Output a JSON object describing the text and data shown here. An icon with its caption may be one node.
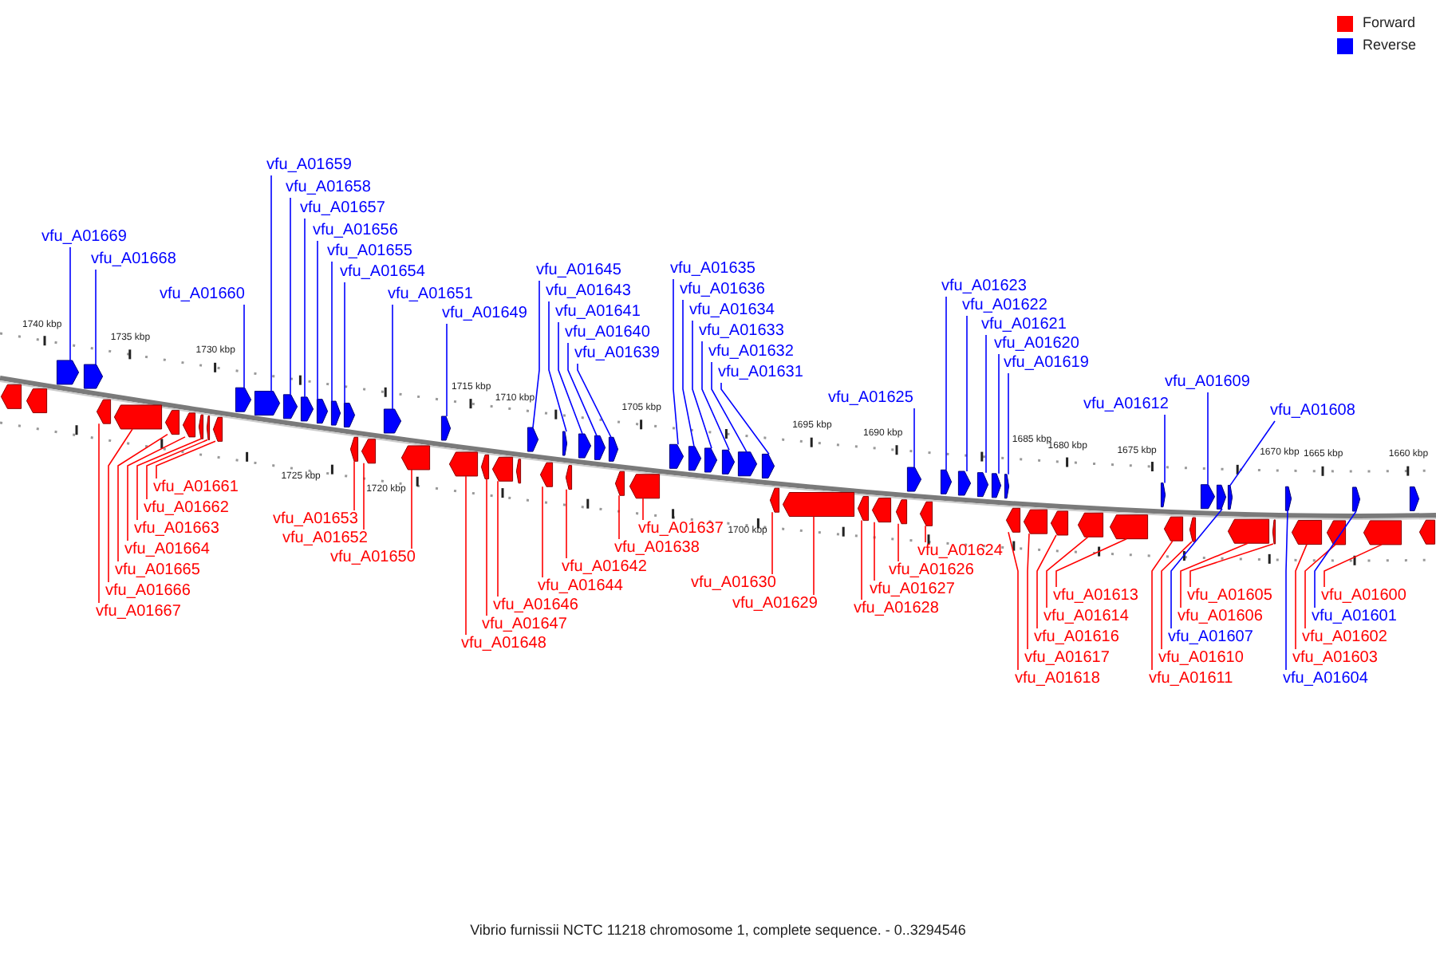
{
  "diagram": {
    "caption": "Vibrio furnissii NCTC 11218 chromosome 1, complete sequence. - 0..3294546",
    "nodes": [
      {
        "text": [
          "vfu_A01669"
        ]
      },
      {
        "text": [
          "vfu_A01668"
        ]
      },
      {
        "text": [
          "vfu_A01660"
        ]
      },
      {
        "text": [
          "vfu_A01659"
        ]
      },
      {
        "text": [
          "vfu_A01658"
        ]
      },
      {
        "text": [
          "vfu_A01657"
        ]
      },
      {
        "text": [
          "vfu_A01656"
        ]
      },
      {
        "text": [
          "vfu_A01655"
        ]
      },
      {
        "text": [
          "vfu_A01654"
        ]
      },
      {
        "text": [
          "vfu_A01651"
        ]
      },
      {
        "text": [
          "vfu_A01649"
        ]
      },
      {
        "text": [
          "vfu_A01645"
        ]
      },
      {
        "text": [
          "vfu_A01643"
        ]
      },
      {
        "text": [
          "vfu_A01641"
        ]
      },
      {
        "text": [
          "vfu_A01640"
        ]
      },
      {
        "text": [
          "vfu_A01639"
        ]
      },
      {
        "text": [
          "vfu_A01636"
        ]
      },
      {
        "text": [
          "vfu_A01634"
        ]
      },
      {
        "text": [
          "vfu_A01633"
        ]
      },
      {
        "text": [
          "vfu_A01632"
        ]
      },
      {
        "text": [
          "vfu_A01635"
        ]
      },
      {
        "text": [
          "vfu_A01631"
        ]
      },
      {
        "text": [
          "vfu_A01625"
        ]
      },
      {
        "text": [
          "vfu_A01623"
        ]
      },
      {
        "text": [
          "vfu_A01622"
        ]
      },
      {
        "text": [
          "vfu_A01621"
        ]
      },
      {
        "text": [
          "vfu_A01620"
        ]
      },
      {
        "text": [
          "vfu_A01619"
        ]
      },
      {
        "text": [
          "vfu_A01612"
        ]
      },
      {
        "text": [
          "vfu_A01609"
        ]
      },
      {
        "text": [
          "vfu_A01608"
        ]
      },
      {
        "text": [
          "vfu_A01666"
        ]
      },
      {
        "text": [
          "vfu_A01667"
        ]
      },
      {
        "text": [
          "vfu_A01661"
        ]
      },
      {
        "text": [
          "vfu_A01662"
        ]
      },
      {
        "text": [
          "vfu_A01663"
        ]
      },
      {
        "text": [
          "vfu_A01664"
        ]
      },
      {
        "text": [
          "vfu_A01665"
        ]
      },
      {
        "text": [
          "vfu_A01653"
        ]
      },
      {
        "text": [
          "vfu_A01652"
        ]
      },
      {
        "text": [
          "vfu_A01650"
        ]
      },
      {
        "text": [
          "vfu_A01648"
        ]
      },
      {
        "text": [
          "vfu_A01646"
        ]
      },
      {
        "text": [
          "vfu_A01647"
        ]
      },
      {
        "text": [
          "vfu_A01644"
        ]
      },
      {
        "text": [
          "vfu_A01642"
        ]
      },
      {
        "text": [
          "vfu_A01637"
        ]
      },
      {
        "text": [
          "vfu_A01638"
        ]
      },
      {
        "text": [
          "vfu_A01630"
        ]
      },
      {
        "text": [
          "vfu_A01629"
        ]
      },
      {
        "text": [
          "vfu_A01624"
        ]
      },
      {
        "text": [
          "vfu_A01626"
        ]
      },
      {
        "text": [
          "vfu_A01627"
        ]
      },
      {
        "text": [
          "vfu_A01628"
        ]
      },
      {
        "text": [
          "vfu_A01618"
        ]
      },
      {
        "text": [
          "vfu_A01616"
        ]
      },
      {
        "text": [
          "vfu_A01617"
        ]
      },
      {
        "text": [
          "vfu_A01614"
        ]
      },
      {
        "text": [
          "vfu_A01613"
        ]
      },
      {
        "text": [
          "vfu_A01611"
        ]
      },
      {
        "text": [
          "vfu_A01610"
        ]
      },
      {
        "text": [
          "vfu_A01607"
        ]
      },
      {
        "text": [
          "vfu_A01606"
        ]
      },
      {
        "text": [
          "vfu_A01605"
        ]
      },
      {
        "text": [
          "vfu_A01604"
        ]
      },
      {
        "text": [
          "vfu_A01603"
        ]
      },
      {
        "text": [
          "vfu_A01602"
        ]
      },
      {
        "text": [
          "vfu_A01601"
        ]
      },
      {
        "text": [
          "vfu_A01600"
        ]
      },
      {
        "text": [],
        "shape": "arrow"
      },
      {
        "text": [],
        "shape": "arrow"
      },
      {
        "text": [],
        "shape": "arrow"
      },
      {
        "text": [],
        "shape": "arrow"
      },
      {
        "text": [],
        "shape": "arrow"
      },
      {
        "text": [],
        "shape": "arrow"
      },
      {
        "text": [],
        "shape": "arrow"
      },
      {
        "text": [],
        "shape": "arrow"
      },
      {
        "text": [],
        "shape": "arrow"
      },
      {
        "text": [],
        "shape": "arrow"
      },
      {
        "text": [],
        "shape": "arrow"
      },
      {
        "text": [],
        "shape": "arrow"
      },
      {
        "text": [],
        "shape": "arrow"
      },
      {
        "text": [],
        "shape": "arrow"
      },
      {
        "text": [],
        "shape": "arrow"
      },
      {
        "text": [],
        "shape": "arrow"
      },
      {
        "text": [],
        "shape": "arrow"
      },
      {
        "text": [],
        "shape": "arrow"
      },
      {
        "text": [],
        "shape": "arrow"
      },
      {
        "text": [],
        "shape": "arrow"
      },
      {
        "text": [],
        "shape": "arrow"
      },
      {
        "text": [],
        "shape": "arrow"
      },
      {
        "text": [],
        "shape": "arrow"
      },
      {
        "text": [],
        "shape": "arrow"
      },
      {
        "text": [],
        "shape": "arrow"
      },
      {
        "text": [],
        "shape": "arrow"
      },
      {
        "text": [],
        "shape": "arrow"
      },
      {
        "text": [],
        "shape": "arrow"
      },
      {
        "text": [],
        "shape": "arrow"
      },
      {
        "text": [],
        "shape": "arrow"
      },
      {
        "text": [],
        "shape": "arrow"
      },
      {
        "text": [],
        "shape": "arrow"
      },
      {
        "text": [],
        "shape": "arrow"
      },
      {
        "text": [],
        "shape": "arrow"
      },
      {
        "text": [],
        "shape": "arrow"
      },
      {
        "text": [],
        "shape": "arrow"
      },
      {
        "text": [],
        "shape": "arrow"
      },
      {
        "text": [],
        "shape": "arrow"
      },
      {
        "text": [],
        "shape": "arrow"
      },
      {
        "text": [],
        "shape": "arrow"
      },
      {
        "text": [],
        "shape": "arrow"
      },
      {
        "text": [],
        "shape": "arrow"
      },
      {
        "text": [],
        "shape": "arrow"
      },
      {
        "text": [],
        "shape": "arrow"
      },
      {
        "text": [],
        "shape": "arrow"
      },
      {
        "text": [],
        "shape": "arrow"
      },
      {
        "text": [],
        "shape": "arrow"
      },
      {
        "text": [],
        "shape": "arrow"
      },
      {
        "text": [],
        "shape": "arrow"
      },
      {
        "text": [],
        "shape": "arrow"
      },
      {
        "text": [],
        "shape": "arrow"
      },
      {
        "text": [],
        "shape": "arrow"
      },
      {
        "text": [],
        "shape": "arrow"
      },
      {
        "text": [],
        "shape": "arrow"
      },
      {
        "text": [],
        "shape": "arrow"
      },
      {
        "text": [],
        "shape": "arrow"
      },
      {
        "text": [],
        "shape": "arrow"
      },
      {
        "text": [],
        "shape": "arrow"
      },
      {
        "text": [],
        "shape": "arrow"
      },
      {
        "text": [],
        "shape": "arrow"
      },
      {
        "text": [],
        "shape": "arrow"
      },
      {
        "text": [],
        "shape": "arrow"
      },
      {
        "text": [],
        "shape": "arrow"
      },
      {
        "text": [],
        "shape": "arrow"
      },
      {
        "text": [],
        "shape": "arrow"
      },
      {
        "text": [],
        "shape": "arrow"
      },
      {
        "text": [],
        "shape": "arrow"
      },
      {
        "text": [],
        "shape": "arrow"
      },
      {
        "text": [],
        "shape": "arrow"
      },
      {
        "text": [],
        "shape": "arrow"
      },
      {
        "text": [],
        "shape": "arrow"
      },
      {
        "text": [],
        "shape": "arrow"
      },
      {
        "text": [],
        "shape": "arrow"
      },
      {
        "text": [],
        "shape": "arrow"
      }
    ],
    "edges": [
      {
        "from": 0,
        "to": 69,
        "arrow": "none",
        "color": "#0000ff"
      },
      {
        "from": 1,
        "to": 70,
        "arrow": "none",
        "color": "#0000ff"
      },
      {
        "from": 2,
        "to": 78,
        "arrow": "none",
        "color": "#0000ff"
      },
      {
        "from": 3,
        "to": 79,
        "arrow": "none",
        "color": "#0000ff"
      },
      {
        "from": 4,
        "to": 80,
        "arrow": "none",
        "color": "#0000ff"
      },
      {
        "from": 5,
        "to": 81,
        "arrow": "none",
        "color": "#0000ff"
      },
      {
        "from": 6,
        "to": 82,
        "arrow": "none",
        "color": "#0000ff"
      },
      {
        "from": 7,
        "to": 83,
        "arrow": "none",
        "color": "#0000ff"
      },
      {
        "from": 8,
        "to": 84,
        "arrow": "none",
        "color": "#0000ff"
      },
      {
        "from": 9,
        "to": 87,
        "arrow": "none",
        "color": "#0000ff"
      },
      {
        "from": 10,
        "to": 89,
        "arrow": "none",
        "color": "#0000ff"
      },
      {
        "from": 11,
        "to": 93,
        "arrow": "none",
        "color": "#0000ff"
      },
      {
        "from": 12,
        "to": 95,
        "arrow": "none",
        "color": "#0000ff"
      },
      {
        "from": 13,
        "to": 97,
        "arrow": "none",
        "color": "#0000ff"
      },
      {
        "from": 14,
        "to": 98,
        "arrow": "none",
        "color": "#0000ff"
      },
      {
        "from": 15,
        "to": 99,
        "arrow": "none",
        "color": "#0000ff"
      },
      {
        "from": 16,
        "to": 103,
        "arrow": "none",
        "color": "#0000ff"
      },
      {
        "from": 17,
        "to": 104,
        "arrow": "none",
        "color": "#0000ff"
      },
      {
        "from": 18,
        "to": 105,
        "arrow": "none",
        "color": "#0000ff"
      },
      {
        "from": 19,
        "to": 106,
        "arrow": "none",
        "color": "#0000ff"
      },
      {
        "from": 20,
        "to": 102,
        "arrow": "none",
        "color": "#0000ff"
      },
      {
        "from": 21,
        "to": 107,
        "arrow": "none",
        "color": "#0000ff"
      },
      {
        "from": 22,
        "to": 113,
        "arrow": "none",
        "color": "#0000ff"
      },
      {
        "from": 23,
        "to": 115,
        "arrow": "none",
        "color": "#0000ff"
      },
      {
        "from": 24,
        "to": 116,
        "arrow": "none",
        "color": "#0000ff"
      },
      {
        "from": 25,
        "to": 117,
        "arrow": "none",
        "color": "#0000ff"
      },
      {
        "from": 26,
        "to": 118,
        "arrow": "none",
        "color": "#0000ff"
      },
      {
        "from": 27,
        "to": 119,
        "arrow": "none",
        "color": "#0000ff"
      },
      {
        "from": 28,
        "to": 125,
        "arrow": "none",
        "color": "#0000ff"
      },
      {
        "from": 29,
        "to": 128,
        "arrow": "none",
        "color": "#0000ff"
      },
      {
        "from": 30,
        "to": 131,
        "arrow": "none",
        "color": "#0000ff"
      },
      {
        "from": 31,
        "to": 72,
        "arrow": "none"
      },
      {
        "from": 32,
        "to": 71,
        "arrow": "none"
      },
      {
        "from": 33,
        "to": 77,
        "arrow": "none"
      },
      {
        "from": 34,
        "to": 76,
        "arrow": "none"
      },
      {
        "from": 35,
        "to": 75,
        "arrow": "none"
      },
      {
        "from": 36,
        "to": 74,
        "arrow": "none"
      },
      {
        "from": 37,
        "to": 73,
        "arrow": "none"
      },
      {
        "from": 38,
        "to": 85,
        "arrow": "none"
      },
      {
        "from": 39,
        "to": 86,
        "arrow": "none"
      },
      {
        "from": 40,
        "to": 88,
        "arrow": "none"
      },
      {
        "from": 41,
        "to": 90,
        "arrow": "none"
      },
      {
        "from": 42,
        "to": 92,
        "arrow": "none"
      },
      {
        "from": 43,
        "to": 91,
        "arrow": "none"
      },
      {
        "from": 44,
        "to": 94,
        "arrow": "none"
      },
      {
        "from": 45,
        "to": 96,
        "arrow": "none"
      },
      {
        "from": 46,
        "to": 101,
        "arrow": "none"
      },
      {
        "from": 47,
        "to": 100,
        "arrow": "none"
      },
      {
        "from": 48,
        "to": 108,
        "arrow": "none"
      },
      {
        "from": 49,
        "to": 109,
        "arrow": "none"
      },
      {
        "from": 50,
        "to": 114,
        "arrow": "none"
      },
      {
        "from": 51,
        "to": 112,
        "arrow": "none"
      },
      {
        "from": 52,
        "to": 111,
        "arrow": "none"
      },
      {
        "from": 53,
        "to": 110,
        "arrow": "none"
      },
      {
        "from": 54,
        "to": 120,
        "arrow": "none"
      },
      {
        "from": 55,
        "to": 122,
        "arrow": "none"
      },
      {
        "from": 56,
        "to": 121,
        "arrow": "none"
      },
      {
        "from": 57,
        "to": 123,
        "arrow": "none"
      },
      {
        "from": 58,
        "to": 124,
        "arrow": "none"
      },
      {
        "from": 59,
        "to": 126,
        "arrow": "none"
      },
      {
        "from": 60,
        "to": 127,
        "arrow": "none"
      },
      {
        "from": 61,
        "to": 129,
        "arrow": "none",
        "color": "#0000ff"
      },
      {
        "from": 62,
        "to": 130,
        "arrow": "none"
      },
      {
        "from": 63,
        "to": 132,
        "arrow": "none"
      },
      {
        "from": 64,
        "to": 133,
        "arrow": "none",
        "color": "#0000ff"
      },
      {
        "from": 65,
        "to": 134,
        "arrow": "none"
      },
      {
        "from": 66,
        "to": 135,
        "arrow": "none"
      },
      {
        "from": 67,
        "to": 136,
        "arrow": "none",
        "color": "#0000ff"
      },
      {
        "from": 68,
        "to": 137,
        "arrow": "none"
      }
    ],
    "labels": [
      "1740 kbp",
      "1735 kbp",
      "1730 kbp",
      "1725 kbp",
      "1720 kbp",
      "1715 kbp",
      "1710 kbp",
      "1705 kbp",
      "1700 kbp",
      "1695 kbp",
      "1690 kbp",
      "1685 kbp",
      "1680 kbp",
      "1675 kbp",
      "1670 kbp",
      "1665 kbp",
      "1660 kbp"
    ],
    "legend": [
      {
        "text": "Forward",
        "color": "#ff0000"
      },
      {
        "text": "Reverse",
        "color": "#0000ff"
      }
    ]
  }
}
